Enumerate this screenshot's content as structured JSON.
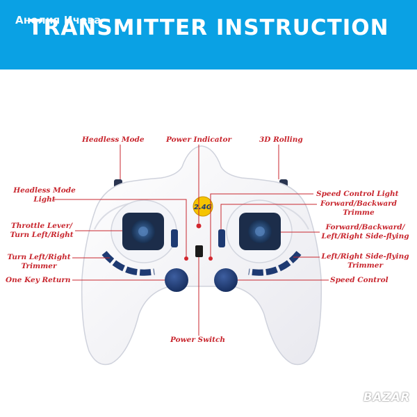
{
  "header": {
    "title": "TRANSMITTER INSTRUCTION",
    "watermark": "Анелия Ичева"
  },
  "device": {
    "badge": "2.4G"
  },
  "labels": {
    "headless_mode": "Headless Mode",
    "power_indicator": "Power Indicator",
    "rolling_3d": "3D Rolling",
    "headless_mode_light_1": "Headless Mode",
    "headless_mode_light_2": "Light",
    "speed_control_light": "Speed Control Light",
    "fb_trimme_1": "Forward/Backward",
    "fb_trimme_2": "Trimme",
    "throttle_1": "Throttle Lever/",
    "throttle_2": "Turn Left/Right",
    "fb_lr_1": "Forward/Backward/",
    "fb_lr_2": "Left/Right Side-flying",
    "turn_trimmer_1": "Turn Left/Right",
    "turn_trimmer_2": "Trimmer",
    "side_trimmer_1": "Left/Right Side-flying",
    "side_trimmer_2": "Trimmer",
    "one_key_return": "One Key Return",
    "speed_control": "Speed Control",
    "power_switch": "Power  Switch"
  },
  "footer": {
    "bazar_logo": "BAZAR"
  },
  "colors": {
    "banner": "#0aa1e4",
    "label": "#c8262e",
    "button": "#1e3a72"
  }
}
